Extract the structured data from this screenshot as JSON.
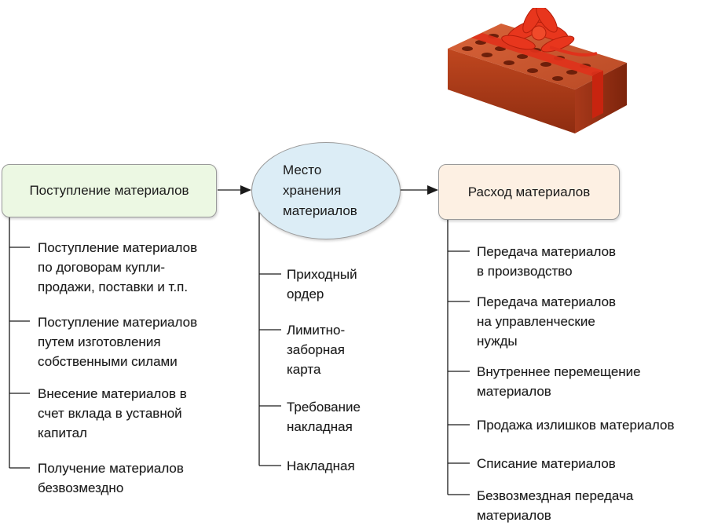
{
  "diagram": {
    "income": {
      "title": "Поступление материалов",
      "items": [
        "Поступление материалов\nпо договорам купли-\nпродажи, поставки и т.п.",
        "Поступление материалов\nпутем изготовления\nсобственными силами",
        "Внесение материалов в\nсчет вклада в уставной\nкапитал",
        "Получение материалов\nбезвозмездно"
      ]
    },
    "storage": {
      "title": "Место\nхранения\nматериалов",
      "items": [
        "Приходный\nордер",
        "Лимитно-\nзаборная\nкарта",
        "Требование\nнакладная",
        "Накладная"
      ]
    },
    "expense": {
      "title": "Расход материалов",
      "items": [
        "Передача материалов\nв производство",
        "Передача материалов\nна управленческие\nнужды",
        "Внутреннее перемещение\nматериалов",
        "Продажа излишков материалов",
        "Списание материалов",
        "Безвозмездная передача\nматериалов"
      ]
    }
  },
  "colors": {
    "income_fill": "#ecf8e3",
    "storage_fill": "#dcedf6",
    "expense_fill": "#fdf0e3",
    "line": "#1a1a1a",
    "brick": "#b8431f",
    "ribbon": "#e0311b"
  },
  "icons": {
    "decoration": "gift-brick-icon"
  }
}
